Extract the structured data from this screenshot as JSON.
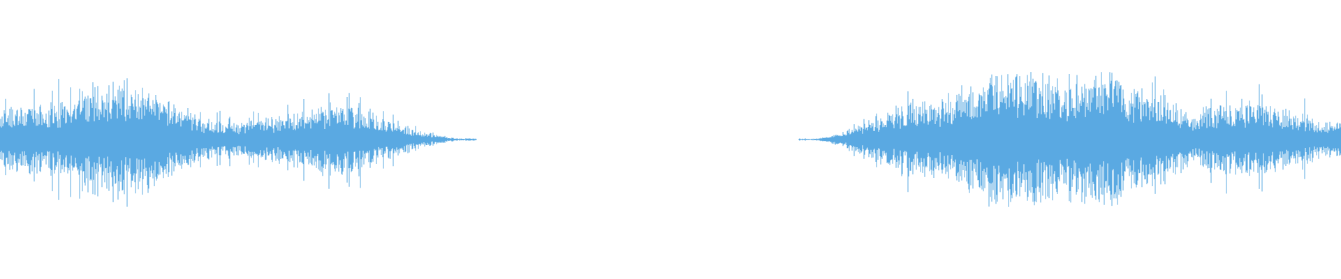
{
  "waveform": {
    "color": "#5aa9e2",
    "background": "#ffffff",
    "segments": [
      {
        "name": "left-audio-segment",
        "start_fraction": 0.0,
        "end_fraction": 0.355,
        "shape": "fade-out"
      },
      {
        "name": "right-audio-segment",
        "start_fraction": 0.596,
        "end_fraction": 1.0,
        "shape": "fade-in"
      }
    ],
    "silence": {
      "start_fraction": 0.355,
      "end_fraction": 0.596
    }
  }
}
